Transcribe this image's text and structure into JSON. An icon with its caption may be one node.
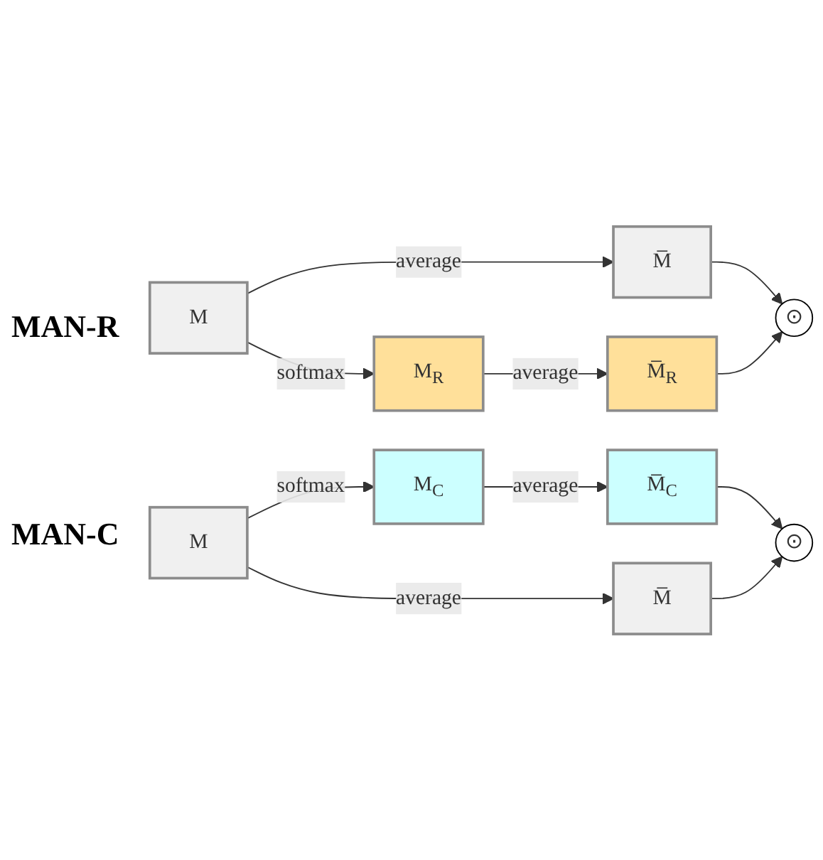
{
  "diagram": {
    "nodes": [
      {
        "text": [
          "M"
        ]
      },
      {
        "text": [
          "M̅"
        ]
      },
      {
        "text": [
          "M$_{R}$"
        ]
      },
      {
        "text": [
          "M̅$_{R}$"
        ]
      },
      {
        "text": [
          "⊙"
        ]
      },
      {
        "text": [
          "M$_{C}$"
        ]
      },
      {
        "text": [
          "M̅$_{C}$"
        ]
      },
      {
        "text": [
          "M"
        ]
      },
      {
        "text": [
          "M̅"
        ]
      },
      {
        "text": [
          "⊙"
        ]
      }
    ],
    "edges": [
      {
        "from": 0,
        "to": 1,
        "arrow": "to",
        "label": "average"
      },
      {
        "from": 0,
        "to": 2,
        "arrow": "to",
        "label": "softmax"
      },
      {
        "from": 2,
        "to": 3,
        "arrow": "to",
        "label": "average"
      },
      {
        "from": 1,
        "to": 4,
        "arrow": "to"
      },
      {
        "from": 3,
        "to": 4,
        "arrow": "to"
      },
      {
        "from": 7,
        "to": 5,
        "arrow": "to",
        "label": "softmax"
      },
      {
        "from": 5,
        "to": 6,
        "arrow": "to",
        "label": "average"
      },
      {
        "from": 7,
        "to": 8,
        "arrow": "to",
        "label": "average"
      },
      {
        "from": 6,
        "to": 9,
        "arrow": "to"
      },
      {
        "from": 8,
        "to": 9,
        "arrow": "to"
      }
    ],
    "labels": [
      "MAN-R",
      "MAN-C"
    ]
  }
}
